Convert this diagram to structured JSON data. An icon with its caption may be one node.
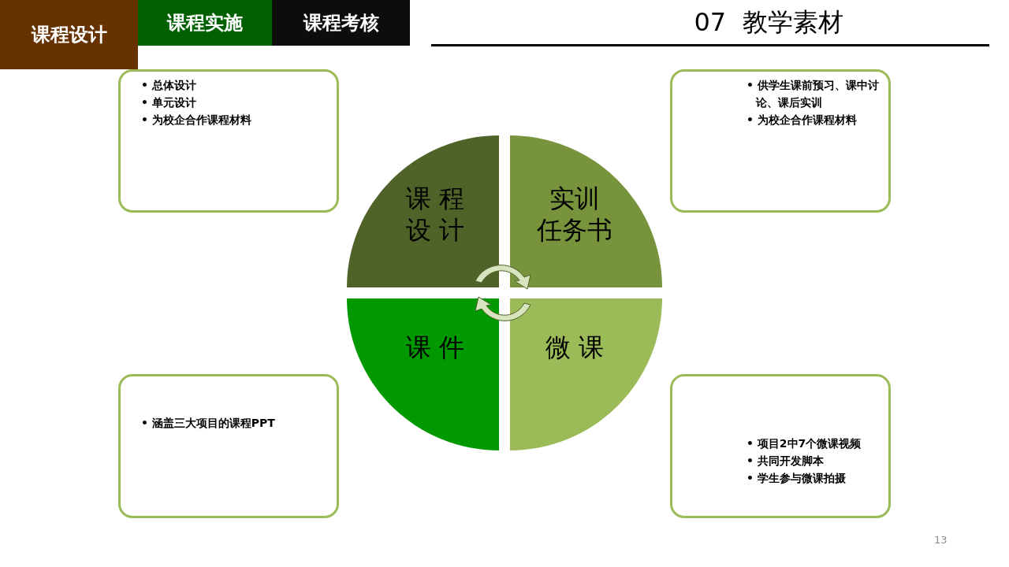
{
  "diagram": {
    "title": "07  教学素材",
    "nodes": [
      {
        "text": [
          "课程设计"
        ]
      },
      {
        "text": [
          "课程实施"
        ]
      },
      {
        "text": [
          "课程考核"
        ]
      },
      {
        "text": [
          "• 总体设计",
          "• 单元设计",
          "• 为校企合作课程材料"
        ]
      },
      {
        "text": [
          "• 供学生课前预习、课中讨论、课后实训",
          "• 为校企合作课程材料"
        ]
      },
      {
        "text": [
          "课 程设 计"
        ]
      },
      {
        "text": [
          "实训任务书"
        ]
      },
      {
        "text": [
          "课 件"
        ]
      },
      {
        "text": [
          "微 课"
        ]
      },
      {
        "text": [
          "• 涵盖三大项目的课程PPT"
        ]
      },
      {
        "text": [
          "• 项目2中7个微课视频",
          "• 共同开发脚本",
          "• 学生参与微课拍摄"
        ]
      }
    ],
    "edges": [],
    "labels": [
      "13"
    ]
  }
}
